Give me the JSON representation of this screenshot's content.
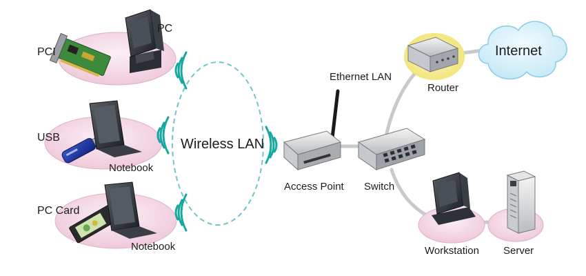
{
  "labels": {
    "pci": "PCI",
    "pc": "PC",
    "usb": "USB",
    "notebook_1": "Notebook",
    "pc_card": "PC Card",
    "notebook_2": "Notebook",
    "wireless_lan": "Wireless LAN",
    "access_point": "Access Point",
    "switch": "Switch",
    "ethernet_lan": "Ethernet LAN",
    "router": "Router",
    "internet": "Internet",
    "workstation": "Workstation",
    "server": "Server"
  },
  "colors": {
    "disc": "#f3d9e6",
    "disc_edge": "#dcb0c6",
    "wifi_waves": "#17a7a1",
    "wireless_link": "#6fc5c8",
    "ethernet_link": "#c9c9c9",
    "cloud": "#cfeefb",
    "cloud_edge": "#8ccbe5",
    "router_halo": "#f6ef9a"
  },
  "icons": {
    "pc": "desktop-computer-icon",
    "pci": "pci-card-icon",
    "usb": "usb-adapter-icon",
    "notebook": "notebook-icon",
    "pc_card": "pc-card-icon",
    "access_point": "access-point-icon",
    "switch": "network-switch-icon",
    "router": "router-icon",
    "internet": "cloud-icon",
    "workstation": "workstation-icon",
    "server": "server-tower-icon"
  }
}
